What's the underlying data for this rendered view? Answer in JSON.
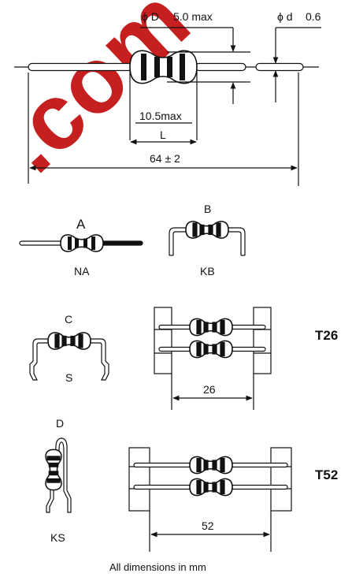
{
  "watermark": {
    "text": ".com",
    "color": "#c61f1f"
  },
  "dimensions": {
    "phi_D": "ϕ D",
    "phi_D_value": "5.0 max",
    "phi_d": "ϕ d",
    "phi_d_value": "0.6",
    "body_length_max": "10.5max",
    "body_length_symbol": "L",
    "overall_length": "64 ± 2"
  },
  "forms": {
    "a": {
      "letter": "A",
      "code": "NA"
    },
    "b": {
      "letter": "B",
      "code": "KB"
    },
    "c": {
      "letter": "C",
      "code": "S"
    },
    "d": {
      "letter": "D",
      "code": "KS"
    }
  },
  "tapes": {
    "t26": {
      "code": "T26",
      "pitch": "26"
    },
    "t52": {
      "code": "T52",
      "pitch": "52"
    }
  },
  "footer": "All dimensions in mm",
  "colors": {
    "line": "#111111",
    "body_fill": "#ffffff"
  }
}
